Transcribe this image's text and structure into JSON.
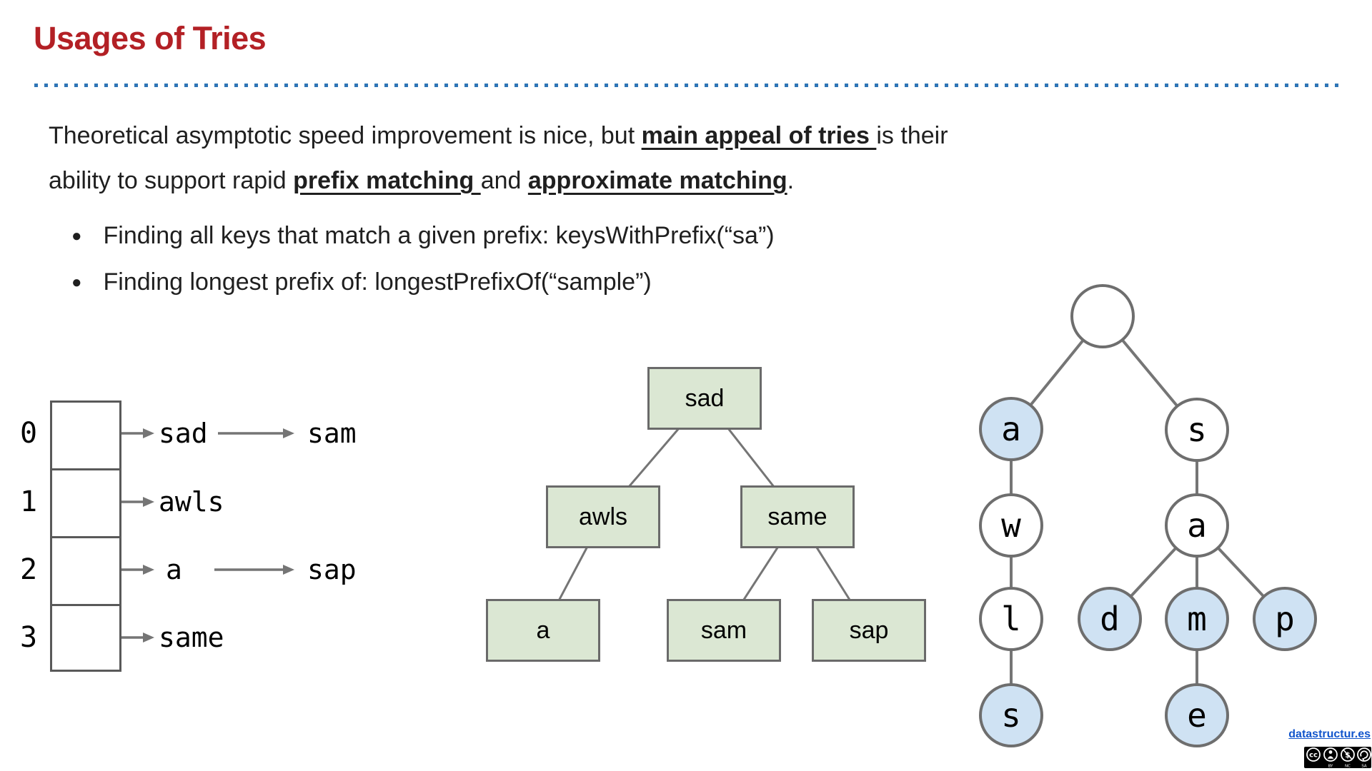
{
  "slide_title": "Usages of Tries",
  "paragraph": {
    "line1": [
      {
        "text": "Theoretical asymptotic speed improvement is nice, but "
      },
      {
        "text": "main appeal of tries ",
        "emphasis": "bold-underline"
      },
      {
        "text": "is their"
      }
    ],
    "line2": [
      {
        "text": "ability to support rapid "
      },
      {
        "text": "prefix matching ",
        "emphasis": "bold-underline"
      },
      {
        "text": "and "
      },
      {
        "text": "approximate matching",
        "emphasis": "bold-underline"
      },
      {
        "text": "."
      }
    ]
  },
  "bullets": [
    {
      "marker": "●",
      "text": "Finding all keys that match a given prefix: keysWithPrefix(“sa”)"
    },
    {
      "marker": "●",
      "text": "Finding longest prefix of: longestPrefixOf(“sample”)"
    }
  ],
  "array_diagram": {
    "rows": [
      {
        "index": "0",
        "first_word": "sad",
        "second_word": "sam"
      },
      {
        "index": "1",
        "first_word": "awls"
      },
      {
        "index": "2",
        "first_word": "a",
        "second_word": "sap"
      },
      {
        "index": "3",
        "first_word": "same"
      }
    ]
  },
  "bst_diagram": {
    "nodes": [
      {
        "label": "sad"
      },
      {
        "label": "awls"
      },
      {
        "label": "same"
      },
      {
        "label": "a"
      },
      {
        "label": "sam"
      },
      {
        "label": "sap"
      }
    ],
    "edges": [
      [
        "sad",
        "awls"
      ],
      [
        "sad",
        "same"
      ],
      [
        "awls",
        "a"
      ],
      [
        "same",
        "sam"
      ],
      [
        "same",
        "sap"
      ]
    ]
  },
  "trie_diagram": {
    "nodes": [
      {
        "label": "",
        "filled": false
      },
      {
        "label": "a",
        "filled": true
      },
      {
        "label": "s",
        "filled": false
      },
      {
        "label": "w",
        "filled": false
      },
      {
        "label": "a",
        "filled": false
      },
      {
        "label": "l",
        "filled": false
      },
      {
        "label": "d",
        "filled": true
      },
      {
        "label": "m",
        "filled": true
      },
      {
        "label": "p",
        "filled": true
      },
      {
        "label": "s",
        "filled": true
      },
      {
        "label": "e",
        "filled": true
      }
    ],
    "edges": [
      [
        "root",
        "a"
      ],
      [
        "root",
        "s"
      ],
      [
        "a",
        "w"
      ],
      [
        "w",
        "l"
      ],
      [
        "l",
        "s-leaf"
      ],
      [
        "s",
        "a2"
      ],
      [
        "a2",
        "d"
      ],
      [
        "a2",
        "m"
      ],
      [
        "a2",
        "p"
      ],
      [
        "m",
        "e"
      ]
    ]
  },
  "footer": {
    "link_label": "datastructur.es",
    "license_name": "cc",
    "badge_icon_labels": [
      "BY",
      "NC",
      "SA"
    ]
  },
  "colors": {
    "title_red": "#b32025",
    "divider_blue": "#2e75b6",
    "bst_box_green": "#dbe7d3",
    "trie_node_blue": "#cfe2f3",
    "line_gray": "#757575",
    "link_blue": "#1155cc"
  }
}
